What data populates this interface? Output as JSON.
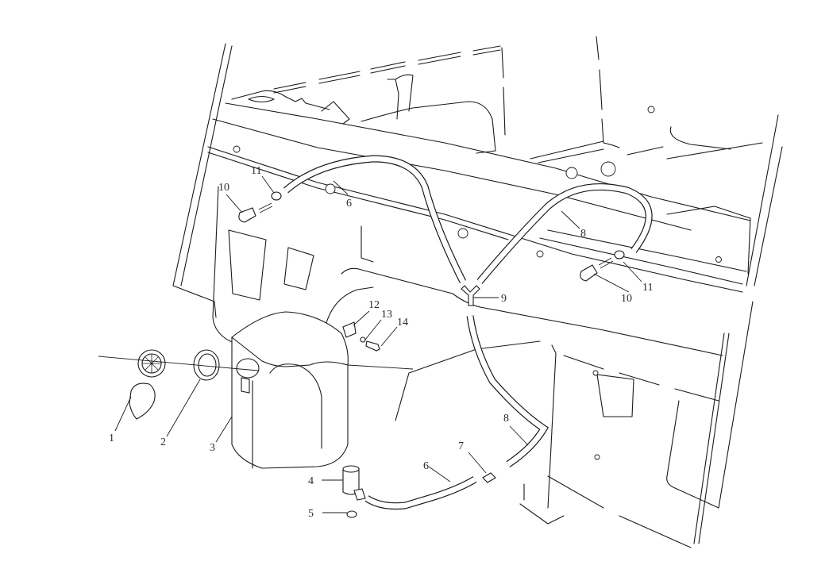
{
  "diagram": {
    "type": "exploded parts diagram",
    "subject": "windshield washer system",
    "label_color": "#2b2b2b",
    "line_color": "#1a1a1a",
    "callouts": [
      {
        "id": "c1",
        "text": "1",
        "part": "filler cap"
      },
      {
        "id": "c2",
        "text": "2",
        "part": "seal ring"
      },
      {
        "id": "c3",
        "text": "3",
        "part": "washer reservoir tank"
      },
      {
        "id": "c4",
        "text": "4",
        "part": "washer pump"
      },
      {
        "id": "c5",
        "text": "5",
        "part": "pump grommet"
      },
      {
        "id": "c6a",
        "text": "6",
        "part": "hose (upper)"
      },
      {
        "id": "c6b",
        "text": "6",
        "part": "hose (lower)"
      },
      {
        "id": "c7",
        "text": "7",
        "part": "check valve"
      },
      {
        "id": "c8a",
        "text": "8",
        "part": "hose (right upper)"
      },
      {
        "id": "c8b",
        "text": "8",
        "part": "hose (vertical)"
      },
      {
        "id": "c9",
        "text": "9",
        "part": "Y connector"
      },
      {
        "id": "c10a",
        "text": "10",
        "part": "washer nozzle (left)"
      },
      {
        "id": "c10b",
        "text": "10",
        "part": "washer nozzle (right)"
      },
      {
        "id": "c11a",
        "text": "11",
        "part": "nozzle seal (left)"
      },
      {
        "id": "c11b",
        "text": "11",
        "part": "nozzle seal (right)"
      },
      {
        "id": "c12",
        "text": "12",
        "part": "bracket clip"
      },
      {
        "id": "c13",
        "text": "13",
        "part": "washer"
      },
      {
        "id": "c14",
        "text": "14",
        "part": "bolt"
      }
    ]
  }
}
